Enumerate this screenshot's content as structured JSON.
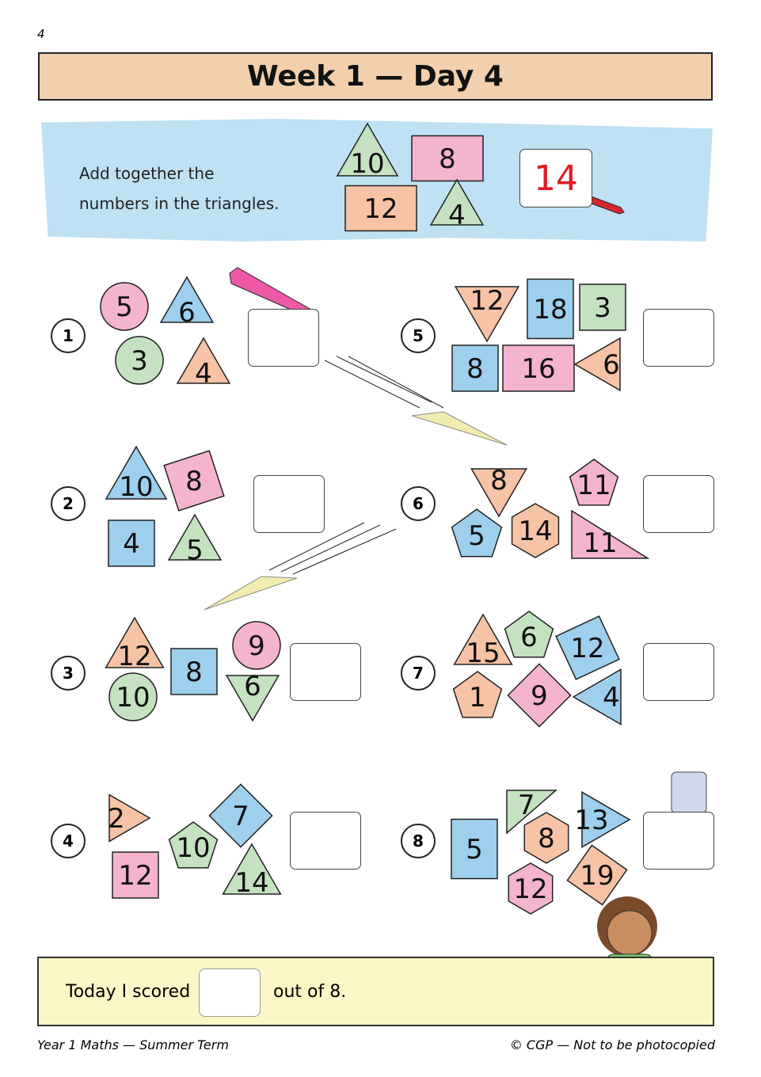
{
  "page_number": "4",
  "title": "Week 1 — Day 4",
  "instructions": {
    "line1": "Add together the",
    "line2": "numbers in the triangles."
  },
  "colors": {
    "pink": "#f4b3cf",
    "blue": "#9ecfec",
    "green": "#c4e2c0",
    "peach": "#f6c3a6",
    "answer_red": "#e01b24"
  },
  "example": {
    "shapes": [
      {
        "shape": "triangle",
        "color": "green",
        "value": "10"
      },
      {
        "shape": "rect",
        "color": "pink",
        "value": "8"
      },
      {
        "shape": "rect",
        "color": "peach",
        "value": "12"
      },
      {
        "shape": "triangle",
        "color": "green",
        "value": "4"
      }
    ],
    "answer": "14"
  },
  "questions": [
    {
      "number": "1",
      "shapes": [
        {
          "shape": "circle",
          "color": "pink",
          "value": "5"
        },
        {
          "shape": "triangle",
          "color": "blue",
          "value": "6"
        },
        {
          "shape": "circle",
          "color": "green",
          "value": "3"
        },
        {
          "shape": "triangle",
          "color": "peach",
          "value": "4"
        }
      ]
    },
    {
      "number": "2",
      "shapes": [
        {
          "shape": "triangle",
          "color": "blue",
          "value": "10"
        },
        {
          "shape": "square",
          "color": "pink",
          "value": "8"
        },
        {
          "shape": "square",
          "color": "blue",
          "value": "4"
        },
        {
          "shape": "triangle",
          "color": "green",
          "value": "5"
        }
      ]
    },
    {
      "number": "3",
      "shapes": [
        {
          "shape": "triangle",
          "color": "peach",
          "value": "12"
        },
        {
          "shape": "circle",
          "color": "green",
          "value": "10"
        },
        {
          "shape": "square",
          "color": "blue",
          "value": "8"
        },
        {
          "shape": "circle",
          "color": "pink",
          "value": "9"
        },
        {
          "shape": "triangle",
          "color": "green",
          "value": "6"
        }
      ]
    },
    {
      "number": "4",
      "shapes": [
        {
          "shape": "triangle",
          "color": "peach",
          "value": "2"
        },
        {
          "shape": "square",
          "color": "pink",
          "value": "12"
        },
        {
          "shape": "pentagon",
          "color": "green",
          "value": "10"
        },
        {
          "shape": "diamond",
          "color": "blue",
          "value": "7"
        },
        {
          "shape": "triangle",
          "color": "green",
          "value": "14"
        }
      ]
    },
    {
      "number": "5",
      "shapes": [
        {
          "shape": "triangle",
          "color": "peach",
          "value": "12"
        },
        {
          "shape": "rect",
          "color": "blue",
          "value": "18"
        },
        {
          "shape": "square",
          "color": "green",
          "value": "3"
        },
        {
          "shape": "square",
          "color": "blue",
          "value": "8"
        },
        {
          "shape": "rect",
          "color": "pink",
          "value": "16"
        },
        {
          "shape": "triangle",
          "color": "peach",
          "value": "6"
        }
      ]
    },
    {
      "number": "6",
      "shapes": [
        {
          "shape": "triangle",
          "color": "peach",
          "value": "8"
        },
        {
          "shape": "pentagon",
          "color": "pink",
          "value": "11"
        },
        {
          "shape": "pentagon",
          "color": "blue",
          "value": "5"
        },
        {
          "shape": "hexagon",
          "color": "peach",
          "value": "14"
        },
        {
          "shape": "right-triangle",
          "color": "pink",
          "value": "11"
        }
      ]
    },
    {
      "number": "7",
      "shapes": [
        {
          "shape": "triangle",
          "color": "peach",
          "value": "15"
        },
        {
          "shape": "pentagon",
          "color": "green",
          "value": "6"
        },
        {
          "shape": "square",
          "color": "blue",
          "value": "12"
        },
        {
          "shape": "pentagon",
          "color": "peach",
          "value": "1"
        },
        {
          "shape": "diamond",
          "color": "pink",
          "value": "9"
        },
        {
          "shape": "triangle",
          "color": "blue",
          "value": "4"
        }
      ]
    },
    {
      "number": "8",
      "shapes": [
        {
          "shape": "rect",
          "color": "blue",
          "value": "5"
        },
        {
          "shape": "right-triangle",
          "color": "green",
          "value": "7"
        },
        {
          "shape": "hexagon",
          "color": "peach",
          "value": "8"
        },
        {
          "shape": "triangle",
          "color": "blue",
          "value": "13"
        },
        {
          "shape": "hexagon",
          "color": "pink",
          "value": "12"
        },
        {
          "shape": "diamond",
          "color": "peach",
          "value": "19"
        }
      ]
    }
  ],
  "score": {
    "label_before": "Today I scored",
    "label_after": "out of 8."
  },
  "footer": {
    "left": "Year 1 Maths — Summer Term",
    "right": "© CGP — Not to be photocopied"
  }
}
